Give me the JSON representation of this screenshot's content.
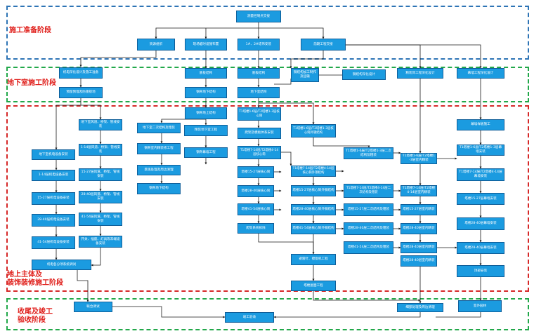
{
  "phases": [
    {
      "id": "p1",
      "label": "施工准备阶段",
      "color": "#2e74b5"
    },
    {
      "id": "p2",
      "label": "地下室施工阶段",
      "color": "#22a84a"
    },
    {
      "id": "p3",
      "label": "地上主体及\n装饰装修施工阶段",
      "color": "#d62828"
    },
    {
      "id": "p4",
      "label": "收尾及竣工\n验收阶段",
      "color": "#22a84a"
    }
  ],
  "nodes": {
    "n_survey": "测量控制点交接",
    "n_resource": "资源组织",
    "n_site": "现场临时设施布置",
    "n_tower": "1#、2#塔吊安装",
    "n_handover": "前期工程交接",
    "n_mep_design": "机电深化设计及施工准备",
    "n_embed": "预留预埋及防雷接地",
    "n_base1": "底板结构",
    "n_base2": "底板结构",
    "n_steel_fab": "钢结构加工制作及运输",
    "n_steel_design": "钢结构深化设计",
    "n_deco_design": "精装饰工程深化设计",
    "n_curtain_design": "幕墙工程深化设计",
    "n_col_struct": "钢骨地下结构",
    "n_base_struct": "地下室结构",
    "n_col_above": "钢骨地上结构",
    "n_t1_core": "T1塔楼1-6层/T2塔楼1-3层核心筒",
    "n_t1_steel": "T1塔楼1-6层/T2塔楼1-3层核心筒外钢结构",
    "n_base_mep": "地下室风道、桥架、管线安装",
    "n_base_2nd": "地下室二次结构及粗装",
    "n_deco_base": "精装地下室工程",
    "n_col_curtain": "钢骨幕墙工程",
    "n_curtain_sample": "幕墙样板施工",
    "n_base_equip": "地下室机电设备安装",
    "n_duct_1_14": "1-14层风道、桥架、管线安装",
    "n_climb": "爬架及模板体系安装",
    "n_t1_2nd_a": "T1塔楼1-6层/T2塔楼1-3层二次结构及粗装",
    "n_t1_14_core": "T1塔楼7-14层/T2塔楼4-14层核心筒",
    "n_t1_deco_a": "T1塔楼1-6层/T2塔楼1-3层室内精装",
    "n_t1_curtain_a": "T1塔楼1-6层/T2塔楼1-3层幕墙安装",
    "n_dec_curtain": "钢骨室内精装修工程",
    "n_eq_1_14": "1-14层机电设备安装",
    "n_duct_15_27": "15-27层风道、桥架、管线安装",
    "n_core_15_27": "塔楼15-27层核心筒",
    "n_steel_7_14": "T1塔楼7-14层/T2塔楼4-14层核心筒外钢结构",
    "n_2nd_7_14": "T1塔楼7-14层/T2塔楼4-14层二次结构及粗装",
    "n_deco_7_14": "T1塔楼7-14层/T2塔楼4-14层室内精装",
    "n_curt_7_14": "T1塔楼7-14层/T2塔楼4-14层幕墙安装",
    "n_landscape": "景观处理及周边清理",
    "n_eq_15_27": "15-27层机电设备安装",
    "n_duct_28_40": "28-40层风道、桥架、管线安装",
    "n_core_28_40": "塔楼28-40层核心筒",
    "n_steel_15_27": "塔楼15-27层核心筒外钢结构",
    "n_2nd_15_27": "塔楼15-27层二次结构及粗装",
    "n_deco_15_27": "塔楼15-27层室内精装",
    "n_curt_15_27": "塔楼15-27层幕墙安装",
    "n_core_41_54": "塔楼41-54层核心筒",
    "n_eq_28_40": "28-40层机电设备安装",
    "n_duct_41_54": "41-54层风道、桥架、管线安装",
    "n_steel_28_40": "塔楼28-40层核心筒外钢结构",
    "n_2nd_28_40": "塔楼28-40层二次结构及粗装",
    "n_deco_28_40": "塔楼28-40层室内精装",
    "n_curt_28_40": "塔楼28-40层幕墙安装",
    "n_climb_remove": "爬架系统拆除",
    "n_steel_41_54": "塔楼41-54层核心筒外钢结构",
    "n_2nd_41_54": "塔楼41-54层二次结构及粗装",
    "n_deco_41_54": "塔楼28-40层室内精装",
    "n_curt_41_54": "塔楼28-40层幕墙安装",
    "n_eq_41_54": "41-54层机电设备安装",
    "n_switch": "开关、插座、灯具等末端设备安装",
    "n_top": "避雷针、擦窗机工程",
    "n_roof_curtain": "顶部安装",
    "n_mep_debug": "机电各分项系统调试",
    "n_crown": "塔楼屋面工程",
    "n_joint": "联合调试",
    "n_clean": "细部处理及周边清理",
    "n_garden": "室外园林",
    "n_complete": "竣工验收"
  }
}
